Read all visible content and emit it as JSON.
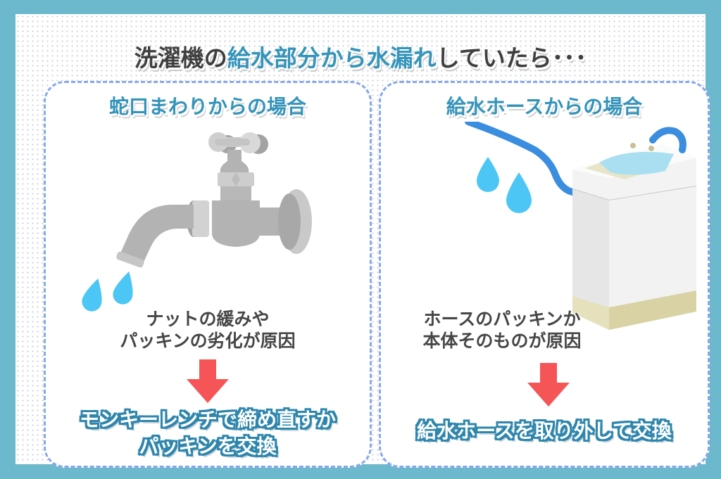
{
  "title": {
    "part1": "洗濯機の",
    "part2_highlight": "給水部分から水漏れ",
    "part3": "していたら･･･"
  },
  "panels": [
    {
      "id": "faucet",
      "title": "蛇口まわりからの場合",
      "illustration": "faucet-dripping-icon",
      "cause_lines": [
        "ナットの緩みや",
        "パッキンの劣化が原因"
      ],
      "arrow": "down-arrow-icon",
      "solution_lines": [
        "モンキーレンチで締め直すか",
        "パッキンを交換"
      ]
    },
    {
      "id": "hose",
      "title": "給水ホースからの場合",
      "illustration": "washing-machine-hose-leak-icon",
      "cause_lines": [
        "ホースのパッキンか",
        "本体そのものが原因"
      ],
      "arrow": "down-arrow-icon",
      "solution_lines": [
        "給水ホースを取り外して交換"
      ]
    }
  ],
  "colors": {
    "frame": "#6cb8cc",
    "accent_blue": "#3494ba",
    "dashed_border": "#86a8ec",
    "arrow_red": "#f55557",
    "water_drop": "#4cc6f5",
    "hose_blue": "#3b8de0",
    "text_dark": "#464646"
  }
}
